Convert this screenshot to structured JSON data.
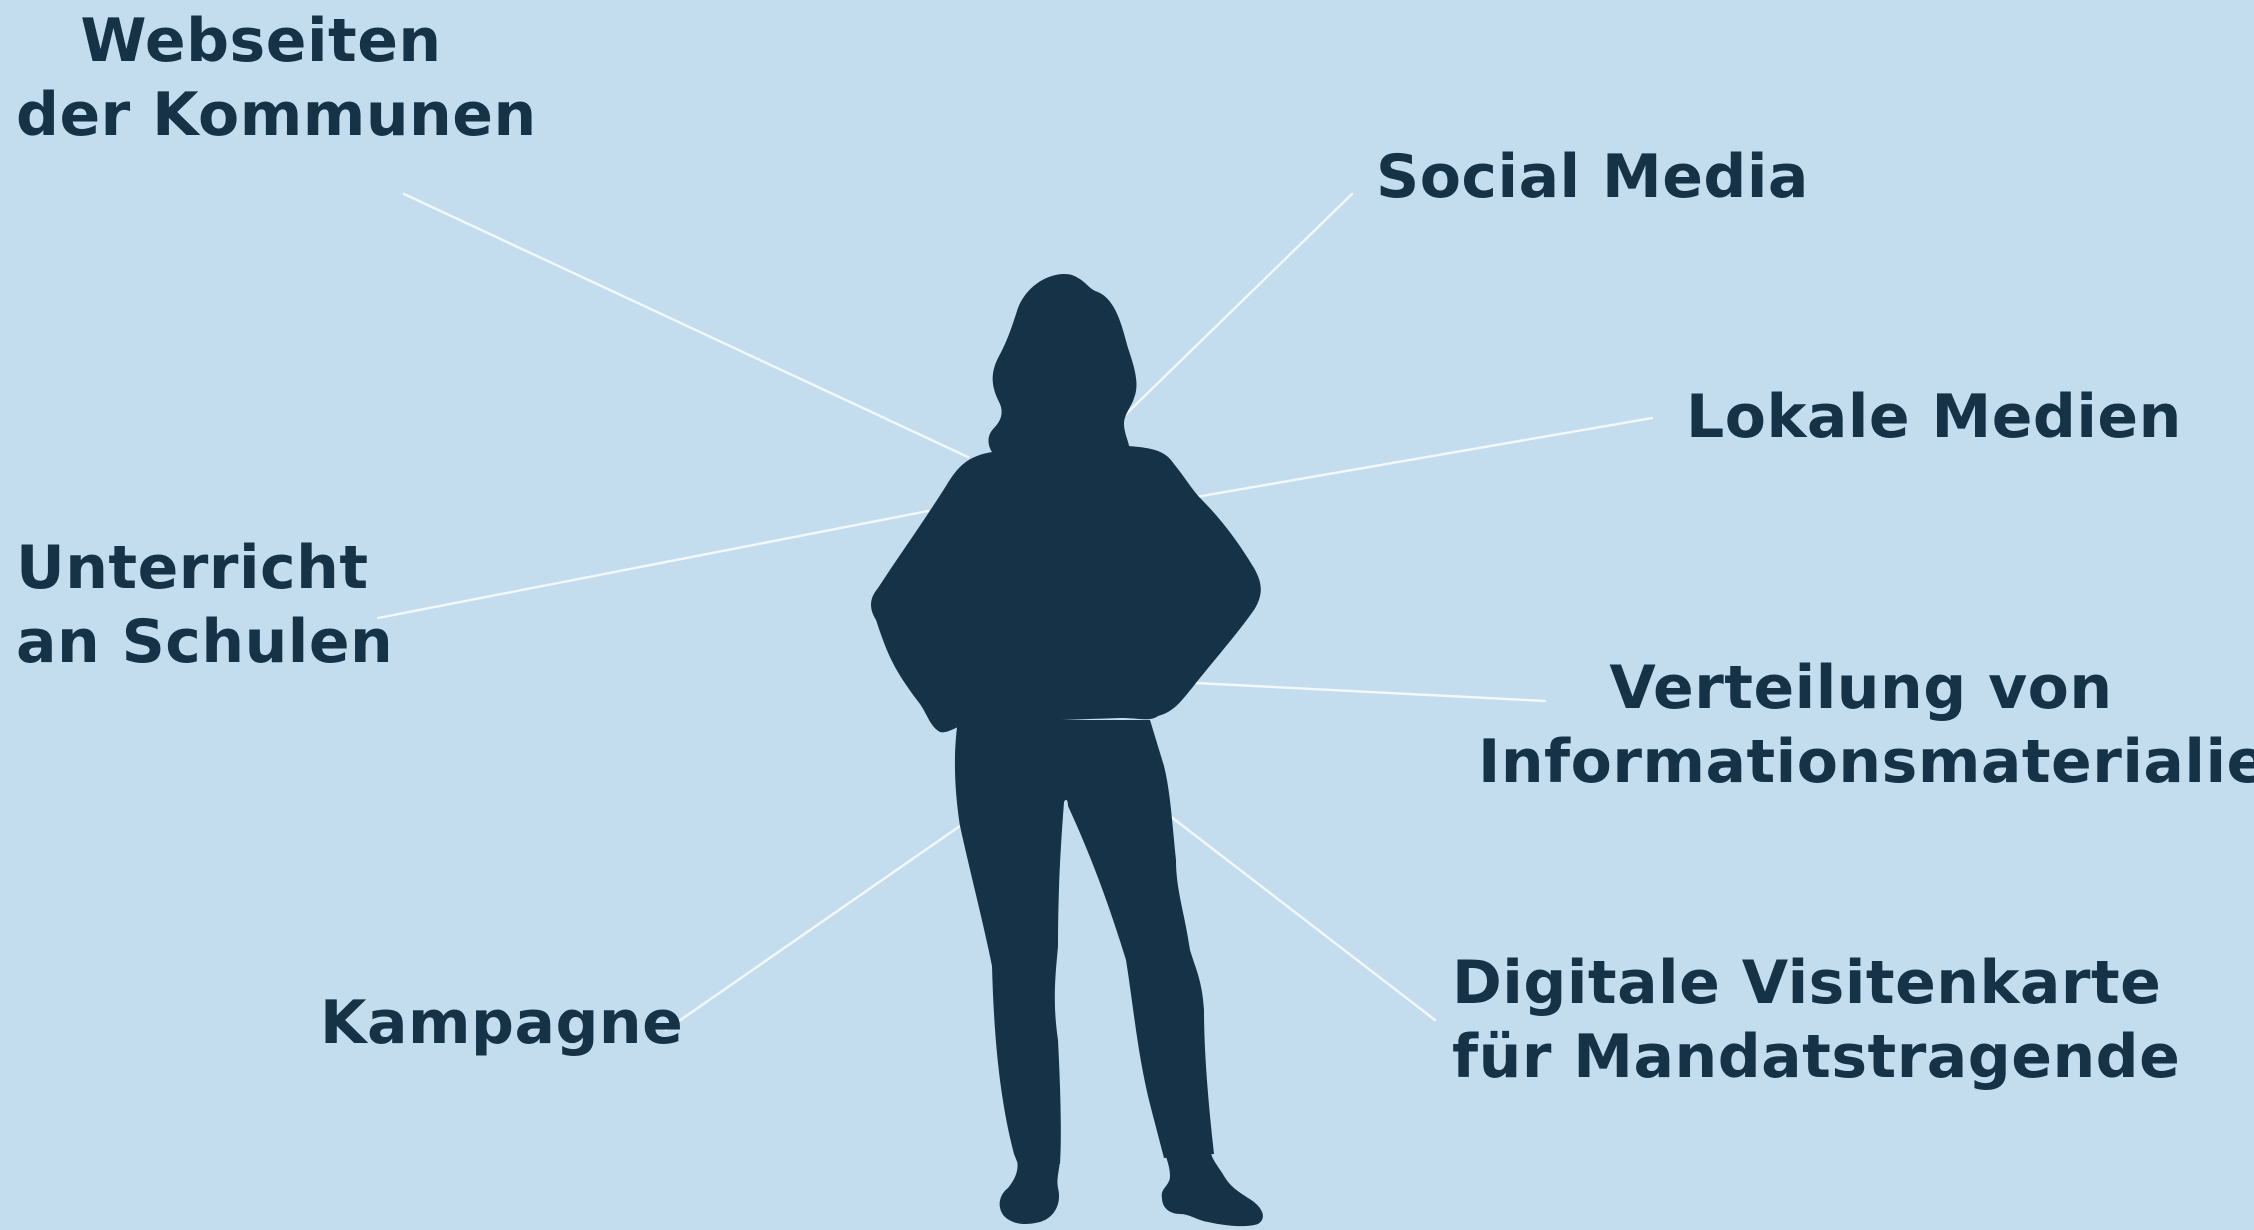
{
  "colors": {
    "background": "#c3ddee",
    "figure": "#163246",
    "text": "#163246",
    "connector": "#f3f8fc"
  },
  "figure": {
    "icon": "standing-woman-silhouette-icon"
  },
  "channels": [
    {
      "id": "websites",
      "lines": [
        "Webseiten",
        "der Kommunen"
      ]
    },
    {
      "id": "social-media",
      "lines": [
        "Social Media"
      ]
    },
    {
      "id": "local-media",
      "lines": [
        "Lokale Medien"
      ]
    },
    {
      "id": "school",
      "lines": [
        "Unterricht",
        "an Schulen"
      ]
    },
    {
      "id": "materials",
      "lines": [
        "Verteilung von",
        "Informationsmaterialien"
      ]
    },
    {
      "id": "campaign",
      "lines": [
        "Kampagne"
      ]
    },
    {
      "id": "business-card",
      "lines": [
        "Digitale Visitenkarte",
        "für Mandatstragende"
      ]
    }
  ]
}
